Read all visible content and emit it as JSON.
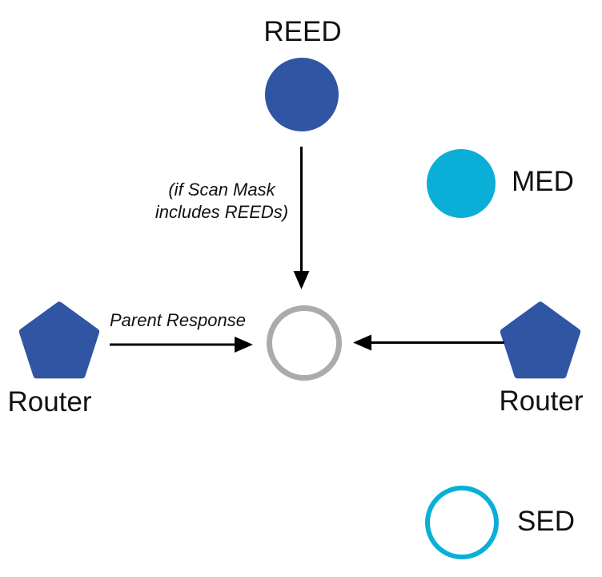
{
  "diagram": {
    "colors": {
      "node_blue": "#2F55A3",
      "node_cyan": "#0AAFD7",
      "center_gray": "#ABABAB",
      "arrow_black": "#000000",
      "text": "#111111"
    },
    "nodes": {
      "reed": {
        "label": "REED",
        "shape": "filled-circle"
      },
      "med": {
        "label": "MED",
        "shape": "filled-circle"
      },
      "router_left": {
        "label": "Router",
        "shape": "pentagon"
      },
      "router_right": {
        "label": "Router",
        "shape": "pentagon"
      },
      "sed": {
        "label": "SED",
        "shape": "outlined-circle"
      },
      "parent": {
        "shape": "outlined-circle-gray"
      }
    },
    "annotations": {
      "scan_mask_line1": "(if Scan Mask",
      "scan_mask_line2": "includes REEDs)",
      "parent_response": "Parent Response"
    }
  }
}
